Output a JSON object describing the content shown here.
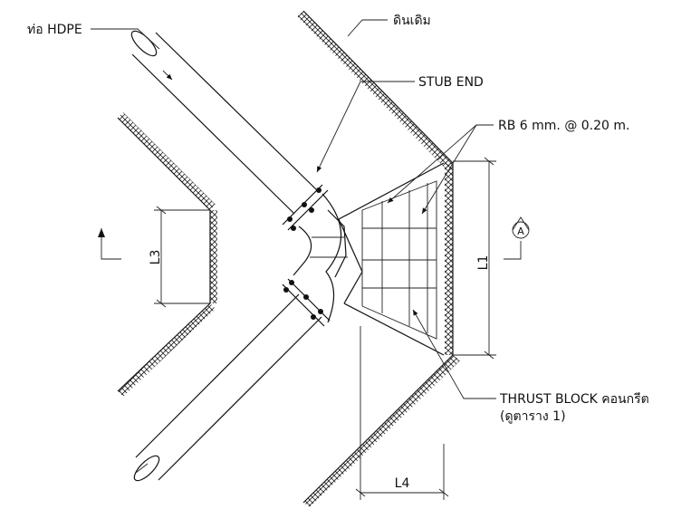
{
  "labels": {
    "pipe": "ท่อ HDPE",
    "native_soil": "ดินเดิม",
    "stub_end": "STUB END",
    "rebar": "RB 6 mm. @ 0.20 m.",
    "thrust_block_line1": "THRUST BLOCK คอนกรีต",
    "thrust_block_line2": "(ดูตาราง 1)"
  },
  "dimensions": {
    "l1": "L1",
    "l3": "L3",
    "l4": "L4"
  },
  "section_marker": "A",
  "colors": {
    "line": "#111111",
    "background": "#ffffff"
  }
}
